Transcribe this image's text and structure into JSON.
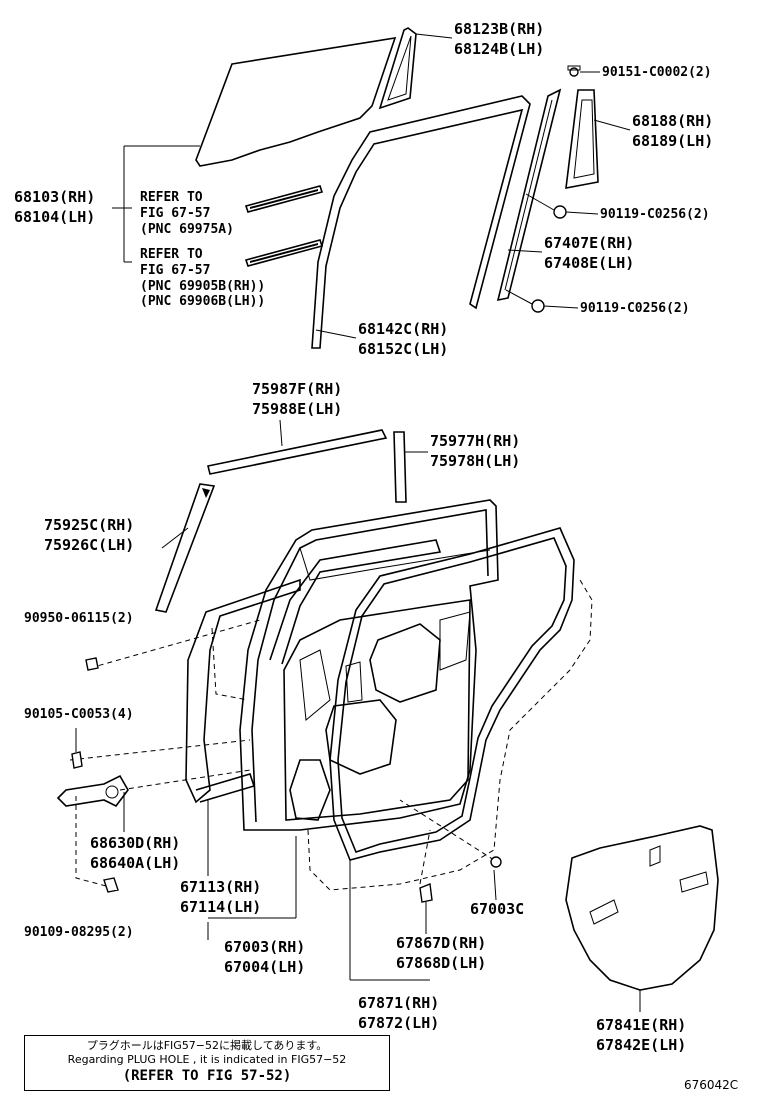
{
  "labels": {
    "l68123": "68123B(RH)",
    "l68124": "68124B(LH)",
    "l90151": "90151-C0002(2)",
    "l68188": "68188(RH)",
    "l68189": "68189(LH)",
    "l68103": "68103(RH)",
    "l68104": "68104(LH)",
    "ref1a": "REFER TO",
    "ref1b": "FIG 67-57",
    "ref1c": "(PNC 69975A)",
    "ref2a": "REFER TO",
    "ref2b": "FIG 67-57",
    "ref2c": "(PNC 69905B(RH))",
    "ref2d": "(PNC 69906B(LH))",
    "l90119a": "90119-C0256(2)",
    "l67407": "67407E(RH)",
    "l67408": "67408E(LH)",
    "l90119b": "90119-C0256(2)",
    "l68142": "68142C(RH)",
    "l68152": "68152C(LH)",
    "l75987": "75987F(RH)",
    "l75988": "75988E(LH)",
    "l75977": "75977H(RH)",
    "l75978": "75978H(LH)",
    "l75925": "75925C(RH)",
    "l75926": "75926C(LH)",
    "l90950": "90950-06115(2)",
    "l90105": "90105-C0053(4)",
    "l68630": "68630D(RH)",
    "l68640": "68640A(LH)",
    "l67113": "67113(RH)",
    "l67114": "67114(LH)",
    "l90109": "90109-08295(2)",
    "l67003c": "67003C",
    "l67003": "67003(RH)",
    "l67004": "67004(LH)",
    "l67867": "67867D(RH)",
    "l67868": "67868D(LH)",
    "l67871": "67871(RH)",
    "l67872": "67872(LH)",
    "l67841": "67841E(RH)",
    "l67842": "67842E(LH)"
  },
  "note": {
    "jp": "プラグホールはFIG57−52に掲載してあります。",
    "en": "Regarding PLUG HOLE , it is indicated in FIG57−52",
    "ref": "(REFER TO FIG 57-52)"
  },
  "illustration_code": "676042C"
}
